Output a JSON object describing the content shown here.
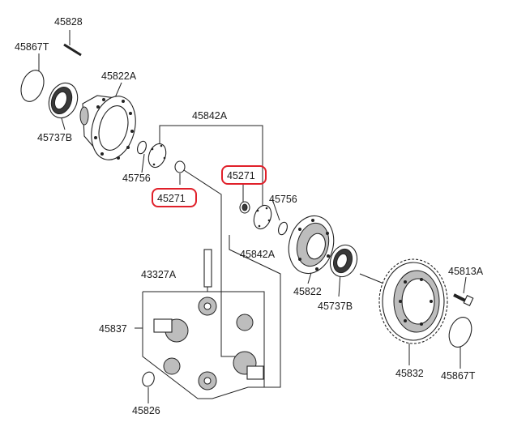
{
  "labels": {
    "p45828": "45828",
    "p45867T_top": "45867T",
    "p45822A": "45822A",
    "p45737B_top": "45737B",
    "p45842A_top": "45842A",
    "p45756_left": "45756",
    "p45271_left": "45271",
    "p45271_right": "45271",
    "p45756_right": "45756",
    "p45842A_mid": "45842A",
    "p43327A": "43327A",
    "p45822": "45822",
    "p45737B_bottom": "45737B",
    "p45813A": "45813A",
    "p45837": "45837",
    "p45832": "45832",
    "p45867T_bottom": "45867T",
    "p45826": "45826"
  },
  "highlighted_parts": [
    "45271",
    "45271"
  ],
  "colors": {
    "highlight": "#e0202a",
    "line": "#222222",
    "background": "#ffffff"
  }
}
